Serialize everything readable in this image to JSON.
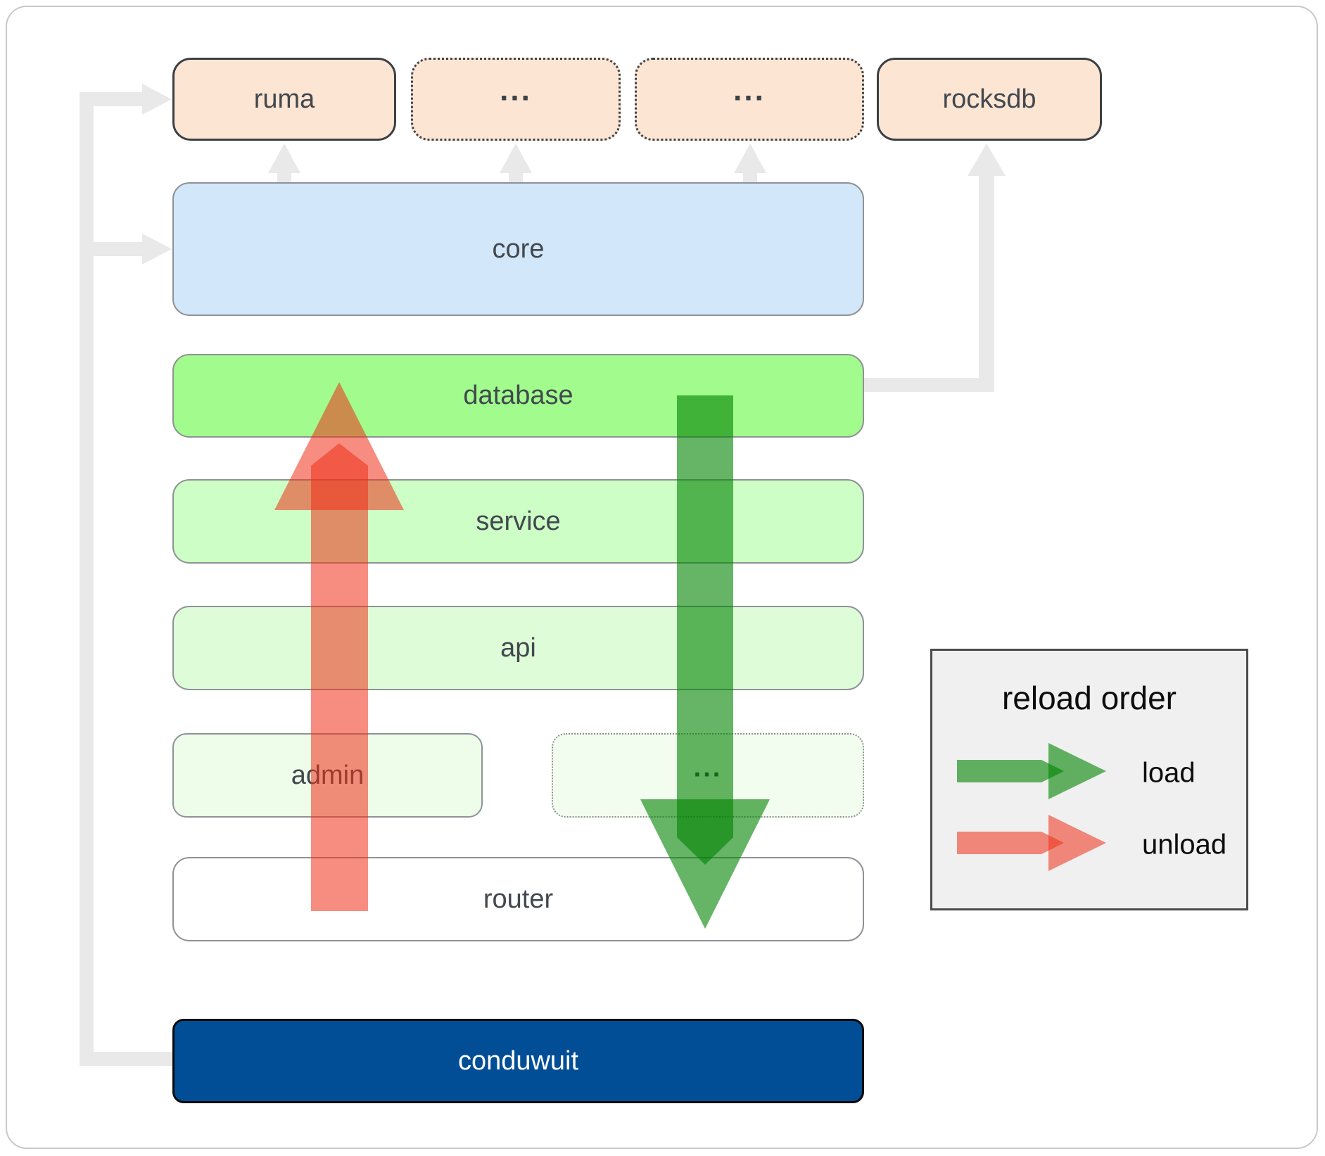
{
  "nodes": {
    "ruma": "ruma",
    "ellipsis_top_1": "...",
    "ellipsis_top_2": "...",
    "rocksdb": "rocksdb",
    "core": "core",
    "database": "database",
    "service": "service",
    "api": "api",
    "admin": "admin",
    "ellipsis_bottom": "...",
    "router": "router",
    "conduwuit": "conduwuit"
  },
  "legend": {
    "title": "reload order",
    "load_label": "load",
    "unload_label": "unload"
  },
  "colors": {
    "peach_fill": "#fce5d3",
    "core_blue_fill": "#d3e7fa",
    "database_green_fill": "#a1fb8d",
    "service_green_fill": "#ccfec5",
    "api_green_fill": "#dffcd9",
    "admin_green_fill": "#edfdea",
    "conduwuit_blue_fill": "#014e96",
    "connector_gray": "#e9e9e9",
    "load_green": "rgba(0,130,0,0.6)",
    "unload_red": "rgba(239,48,24,0.55)"
  }
}
